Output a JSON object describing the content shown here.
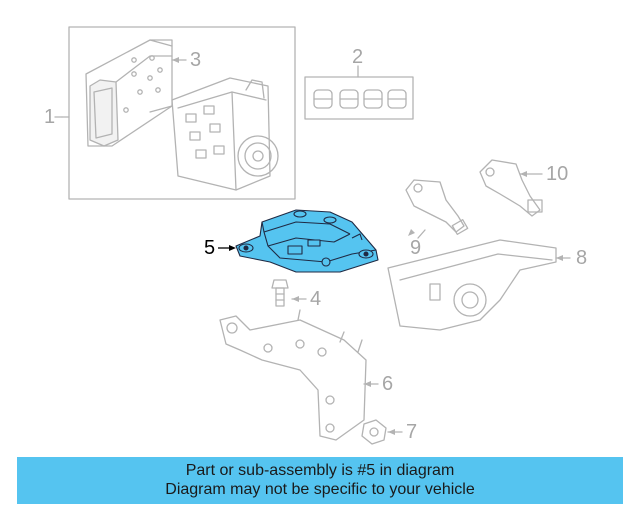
{
  "diagram": {
    "highlight_color": "#55c4f0",
    "line_color": "#b3b3b3",
    "highlight_part": "5",
    "callouts": {
      "c1": "1",
      "c2": "2",
      "c3": "3",
      "c4": "4",
      "c5": "5",
      "c6": "6",
      "c7": "7",
      "c8": "8",
      "c9": "9",
      "c10": "10"
    }
  },
  "banner": {
    "line1": "Part or sub-assembly is #5 in diagram",
    "line2": "Diagram may not be specific to your vehicle",
    "background": "#55c4f0"
  }
}
